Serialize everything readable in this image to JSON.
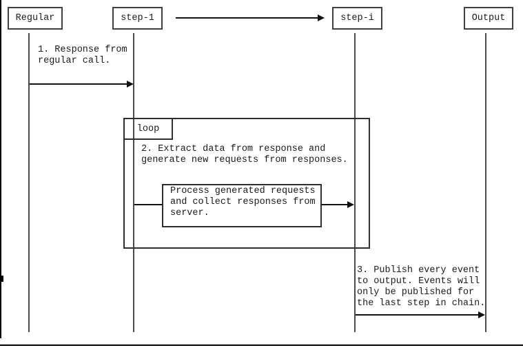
{
  "diagram_type": "sequence-diagram",
  "colors": {
    "participant_border": "#3f3f3f",
    "frame_border": "#2e2e2e",
    "lifeline": "#4a4a4a",
    "arrow": "#111111",
    "text": "#1b1b1b",
    "page_border": "#000000"
  },
  "participants": [
    {
      "label": "Regular"
    },
    {
      "label": "step-1"
    },
    {
      "label": "step-i"
    },
    {
      "label": "Output"
    }
  ],
  "loop": {
    "label": "loop"
  },
  "messages": {
    "msg1": "1. Response from\nregular call.",
    "msg2": "2. Extract data from response and\ngenerate new requests from responses.",
    "process_box": "Process generated requests\nand collect responses from\nserver.",
    "msg3": "3. Publish every event\nto output. Events will\nonly be published for\nthe last step in chain."
  }
}
